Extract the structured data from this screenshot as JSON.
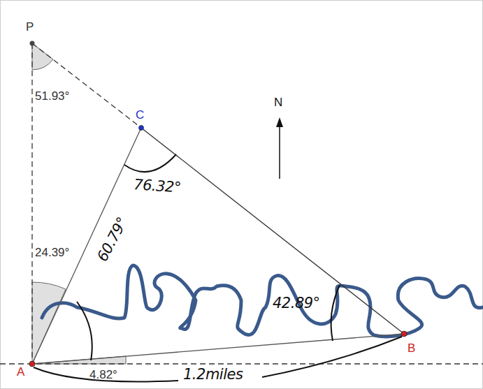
{
  "diagram": {
    "labels": [
      "P",
      "51.93°",
      "C",
      "N",
      "76.32°",
      "24.39°",
      "42.89°",
      "60.79°",
      "B",
      "A",
      "4.82°",
      "1.2miles"
    ]
  }
}
